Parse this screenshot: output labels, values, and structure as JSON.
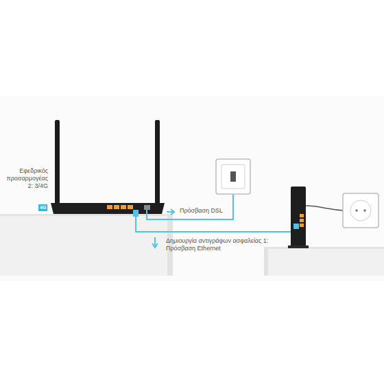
{
  "diagram": {
    "nodes": [
      {
        "text": [
          "4G"
        ]
      }
    ],
    "labels": [
      "Εφεδρικός προσαρμογέας 2: 3/4G",
      "Πρόσβαση DSL",
      "Δημιουργία αντιγράφων ασφαλείας 1: Πρόσβαση Ethernet"
    ]
  }
}
